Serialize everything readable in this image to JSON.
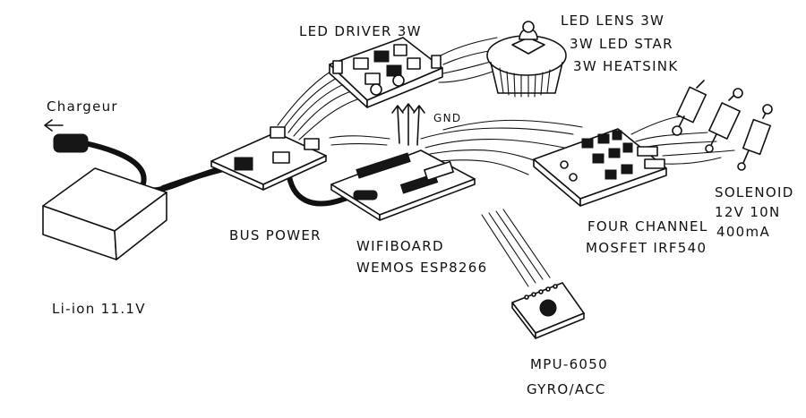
{
  "labels": {
    "led_driver": "LED DRIVER 3W",
    "led_lens": "LED LENS 3W",
    "led_star": "3W LED STAR",
    "heatsink": "3W HEATSINK",
    "chargeur": "Chargeur",
    "gnd": "GND",
    "bus_power": "BUS POWER",
    "wifiboard": "WIFIBOARD",
    "wemos": "WEMOS  ESP8266",
    "four_channel": "FOUR CHANNEL",
    "mosfet": "MOSFET  IRF540",
    "solenoid": "SOLENOID",
    "solenoid_volt": "12V  10N",
    "solenoid_current": "400mA",
    "li_ion": "Li-ion  11.1V",
    "mpu": "MPU-6050",
    "gyro": "GYRO/ACC"
  },
  "icons": {
    "arrow": "arrow-left"
  }
}
